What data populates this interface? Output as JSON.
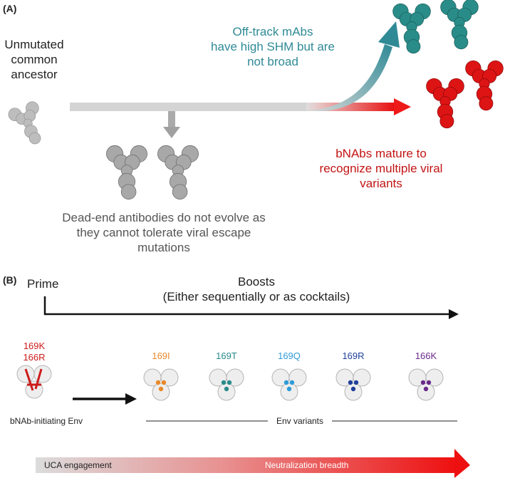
{
  "panel_a": {
    "label": "(A)",
    "uca": [
      "Unmutated",
      "common",
      "ancestor"
    ],
    "off_track": [
      "Off-track mAbs",
      "have high SHM but are",
      "not broad"
    ],
    "bnabs": [
      "bNAbs mature to",
      "recognize multiple viral",
      "variants"
    ],
    "dead_end": [
      "Dead-end antibodies do not evolve as",
      "they cannot tolerate viral escape",
      "mutations"
    ]
  },
  "panel_b": {
    "label": "(B)",
    "prime": "Prime",
    "boosts": [
      "Boosts",
      "(Either sequentially or as cocktails)"
    ],
    "initiating_mutations": [
      "169K",
      "166R"
    ],
    "initiating_label": "bNAb-initiating Env",
    "variants": [
      {
        "label": "169I",
        "color": "#e8892a"
      },
      {
        "label": "169T",
        "color": "#2a8a8a"
      },
      {
        "label": "169Q",
        "color": "#2f9bd8"
      },
      {
        "label": "169R",
        "color": "#1f3f9a"
      },
      {
        "label": "166K",
        "color": "#6a2a8a"
      }
    ],
    "env_variants_label": "Env  variants",
    "gradient_left": "UCA engagement",
    "gradient_right": "Neutralization breadth"
  },
  "colors": {
    "teal": "#2f8a96",
    "red": "#cc1b1b",
    "gray_arrow": "#c8c8c8",
    "mab_gray": "#b8b8b8"
  }
}
